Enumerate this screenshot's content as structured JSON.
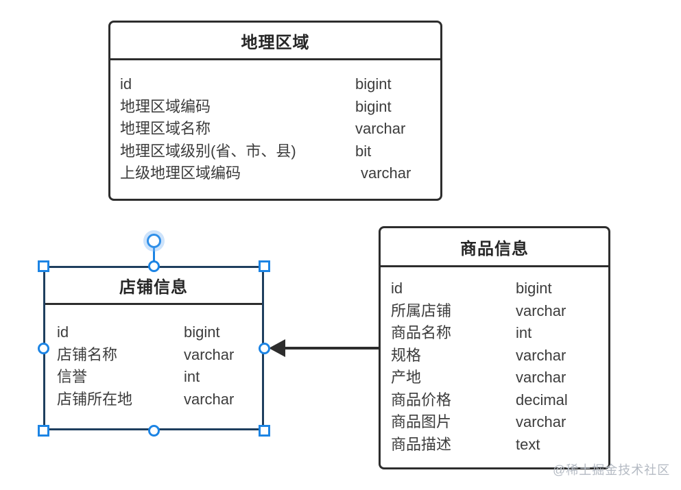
{
  "watermark": "@稀土掘金技术社区",
  "colors": {
    "table_border": "#2d2d2d",
    "selected_table_border": "#1e3e5e",
    "selection_handle_blue": "#1c84e4",
    "field_text": "#3c3c3c",
    "watermark_gray": "#b4bac3",
    "background": "#ffffff"
  },
  "connector": {
    "from_table": "商品信息",
    "to_table": "店铺信息",
    "style": "solid-arrow-left"
  },
  "tables": {
    "region": {
      "title": "地理区域",
      "selected": false,
      "fields": [
        {
          "name": "id",
          "type": "bigint"
        },
        {
          "name": "地理区域编码",
          "type": "bigint"
        },
        {
          "name": "地理区域名称",
          "type": "varchar"
        },
        {
          "name": "地理区域级别(省、市、县)",
          "type": "bit"
        },
        {
          "name": "上级地理区域编码",
          "type": "varchar"
        }
      ]
    },
    "shop": {
      "title": "店铺信息",
      "selected": true,
      "fields": [
        {
          "name": "id",
          "type": "bigint"
        },
        {
          "name": "店铺名称",
          "type": "varchar"
        },
        {
          "name": "信誉",
          "type": "int"
        },
        {
          "name": "店铺所在地",
          "type": "varchar"
        }
      ]
    },
    "product": {
      "title": "商品信息",
      "selected": false,
      "fields": [
        {
          "name": "id",
          "type": "bigint"
        },
        {
          "name": "所属店铺",
          "type": "varchar"
        },
        {
          "name": "商品名称",
          "type": "int"
        },
        {
          "name": "规格",
          "type": "varchar"
        },
        {
          "name": "产地",
          "type": "varchar"
        },
        {
          "name": "商品价格",
          "type": "decimal"
        },
        {
          "name": "商品图片",
          "type": "varchar"
        },
        {
          "name": "商品描述",
          "type": "text"
        }
      ]
    }
  }
}
